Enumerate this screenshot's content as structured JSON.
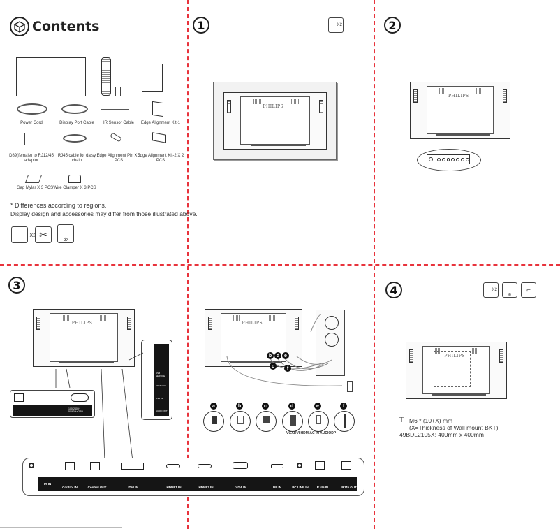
{
  "contents": {
    "title": "Contents",
    "items": [
      {
        "label": "Power Cord"
      },
      {
        "label": "Display Port Cable"
      },
      {
        "label": "IR Sensor Cable"
      },
      {
        "label": "Edge Alignment Kit-1"
      },
      {
        "label": "D89(female) to RJ12/45 adaptor"
      },
      {
        "label": "RJ45 cable for daisy chain"
      },
      {
        "label": "Edge Alignment Pin X 2 PCS"
      },
      {
        "label": "Edge Alignment Kit-2 X 2 PCS"
      },
      {
        "label": "Gap Mylar X 3 PCS"
      },
      {
        "label": "Wire Clamper X 3 PCS"
      }
    ],
    "note_line1": "* Differences according to regions.",
    "note_line2": "Display design and accessories may differ from those illustrated above.",
    "tools": [
      "person-x2-icon",
      "scissors-icon",
      "screwdriver-icon"
    ],
    "person_count": "X2"
  },
  "steps": [
    {
      "number": "1",
      "person_count": "X2"
    },
    {
      "number": "2"
    },
    {
      "number": "3"
    },
    {
      "number": "4",
      "person_count": "X2"
    }
  ],
  "tv_brand": "PHILIPS",
  "power_panel": {
    "rating": "100-240V~ 50/60Hz 2.5A"
  },
  "side_panel": {
    "labels": [
      "USB SERVICE",
      "HDMI OUT",
      "USB 5V",
      "AUDIO OUT"
    ]
  },
  "connectors": {
    "letters": [
      "a",
      "b",
      "c",
      "d",
      "e",
      "f"
    ],
    "caption": "VGADVI HDMIAC IN AUDIODP"
  },
  "io_panel": {
    "labels": [
      "IR IN",
      "Control IN",
      "Control OUT",
      "DVI IN",
      "HDMI 1 IN",
      "HDMI 2 IN",
      "VGA IN",
      "DP IN",
      "PC LINE IN",
      "RJ45 IN",
      "RJ45 OUT"
    ]
  },
  "step4": {
    "screw_spec": "M6 * (10+X) mm",
    "screw_note": "(X=Thickness of  Wall mount BKT)",
    "vesa": "49BDL2105X: 400mm x 400mm"
  },
  "colors": {
    "divider": "#e8333c",
    "panel_black": "#151515"
  }
}
